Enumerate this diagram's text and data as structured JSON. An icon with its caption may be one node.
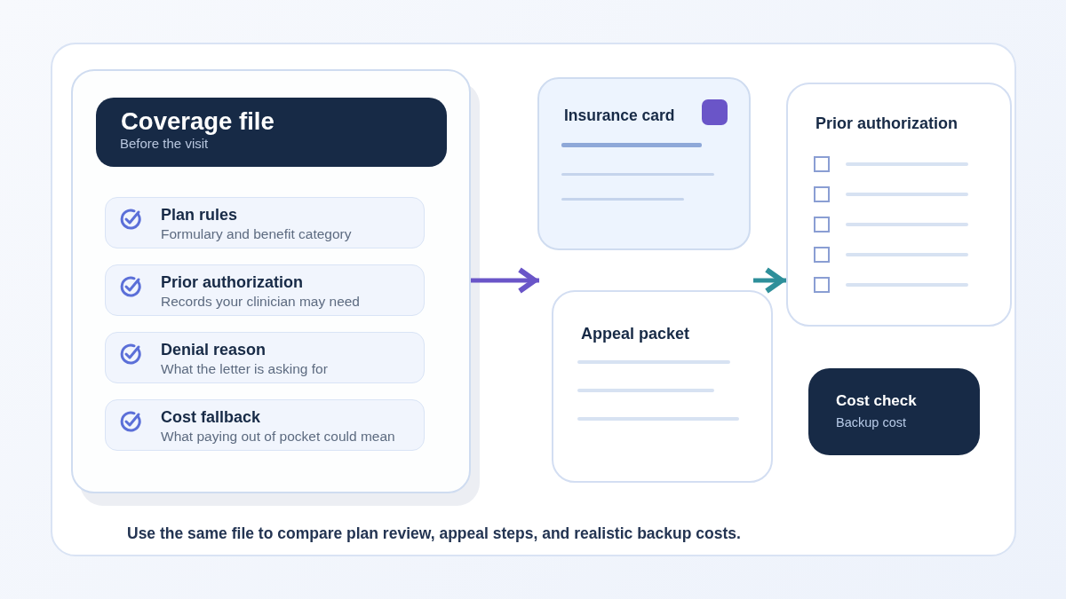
{
  "diagram": {
    "caption": "Use the same file to compare plan review, appeal steps, and realistic backup costs.",
    "nodes": [
      {
        "text": [],
        "shape": "box"
      },
      {
        "text": [
          "Coverage file",
          "Before the visit"
        ],
        "in": 0
      },
      {
        "text": [
          "Plan rules",
          "Formulary and benefit category"
        ],
        "in": 0
      },
      {
        "text": [
          "Prior authorization",
          "Records your clinician may need"
        ],
        "in": 0
      },
      {
        "text": [
          "Denial reason",
          "What the letter is asking for"
        ],
        "in": 0
      },
      {
        "text": [
          "Cost fallback",
          "What paying out of pocket could mean"
        ],
        "in": 0
      },
      {
        "text": [
          "Insurance card"
        ]
      },
      {
        "text": [
          "Prior authorization"
        ]
      },
      {
        "text": [
          "Appeal packet"
        ]
      },
      {
        "text": [
          "Cost check",
          "Backup cost"
        ]
      }
    ],
    "edges": [
      {
        "from": 0,
        "to": 8,
        "arrow": "to",
        "color": "#6a55c8"
      },
      {
        "from": 8,
        "to": 7,
        "arrow": "to",
        "color": "#2e8f9a"
      }
    ]
  }
}
